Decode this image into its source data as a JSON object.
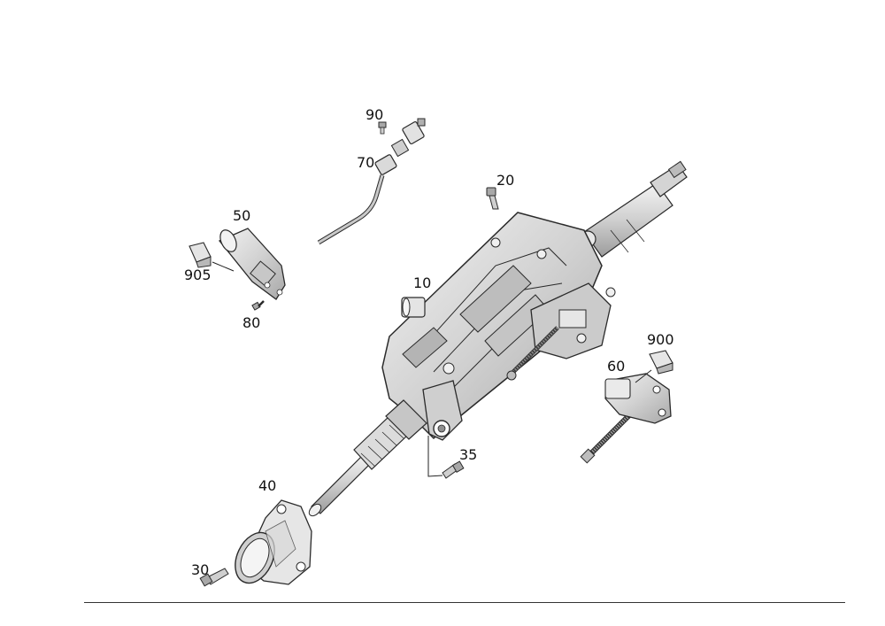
{
  "diagram": {
    "callouts": [
      {
        "id": "c10",
        "text": "10"
      },
      {
        "id": "c20",
        "text": "20"
      },
      {
        "id": "c30",
        "text": "30"
      },
      {
        "id": "c35",
        "text": "35"
      },
      {
        "id": "c40",
        "text": "40"
      },
      {
        "id": "c50",
        "text": "50"
      },
      {
        "id": "c60",
        "text": "60"
      },
      {
        "id": "c70",
        "text": "70"
      },
      {
        "id": "c80",
        "text": "80"
      },
      {
        "id": "c90",
        "text": "90"
      },
      {
        "id": "c900",
        "text": "900"
      },
      {
        "id": "c905",
        "text": "905"
      }
    ]
  },
  "colors": {
    "part_fill": "#d6d6d6",
    "part_light": "#ececec",
    "part_dark": "#9a9a9a",
    "outline": "#2a2a2a",
    "leader": "#222222"
  }
}
